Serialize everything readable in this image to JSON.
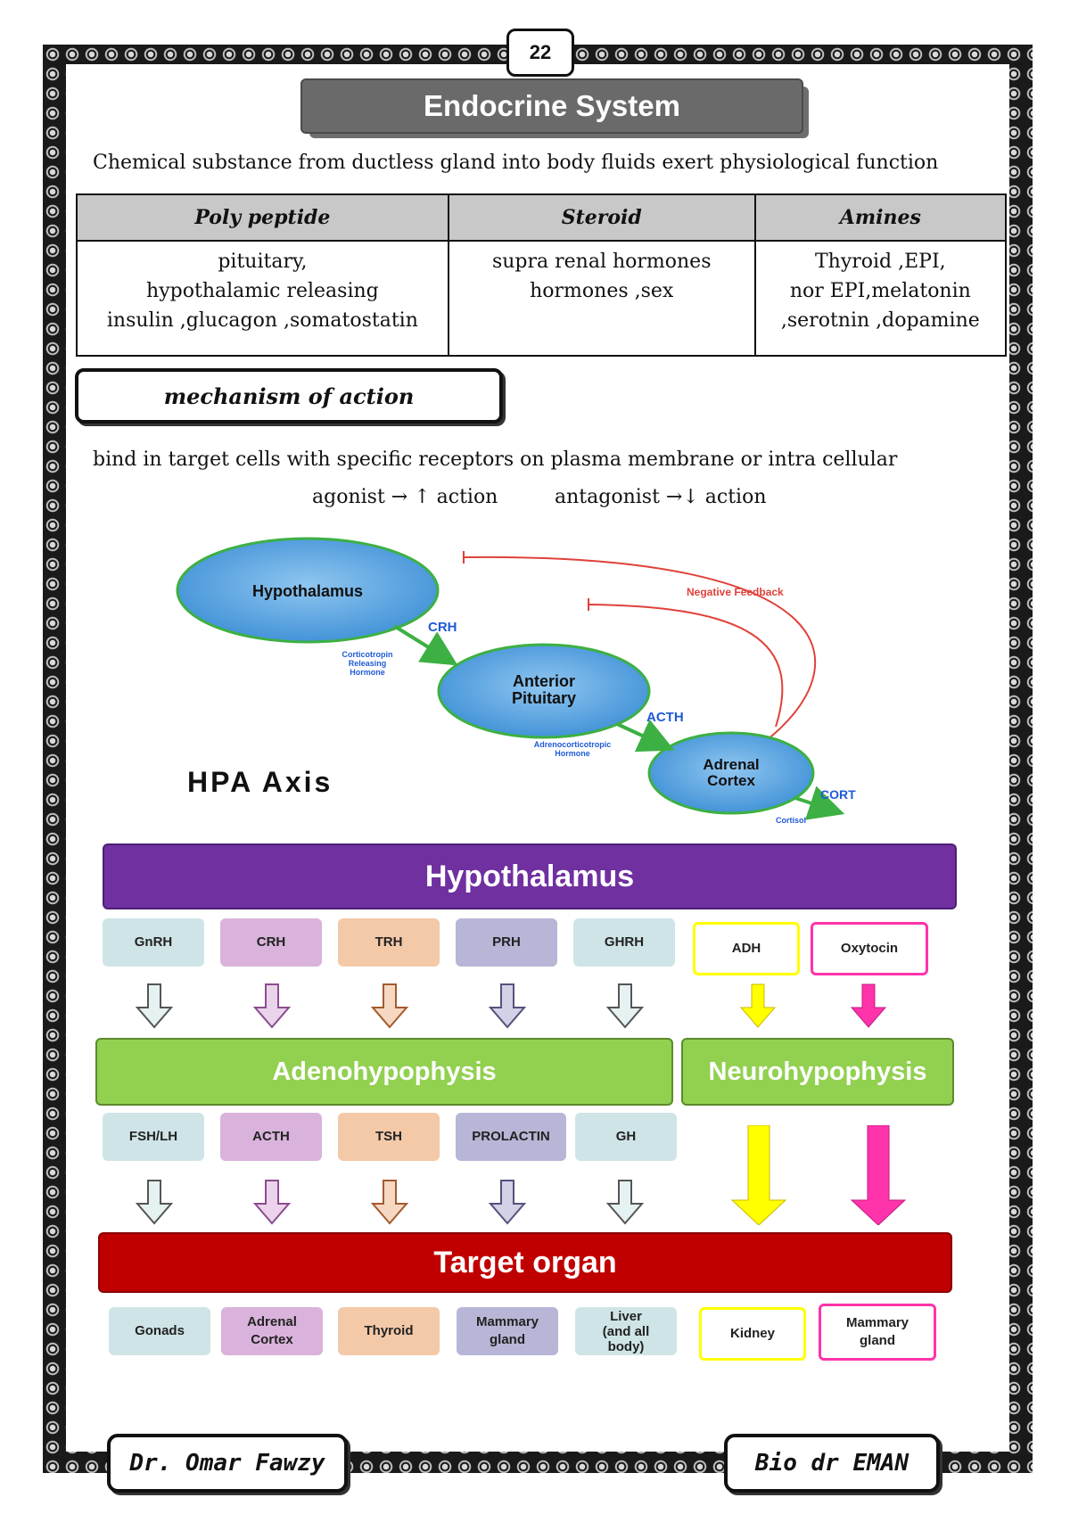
{
  "page_number": "22",
  "title": "Endocrine System",
  "intro": "Chemical substance  from ductless gland into body fluids  exert physiological function",
  "hormone_table": {
    "headers": [
      "Poly peptide",
      "Steroid",
      "Amines"
    ],
    "cells": [
      [
        "pituitary,",
        "hypothalamic releasing",
        "insulin ,glucagon ,somatostatin"
      ],
      [
        "supra renal hormones",
        "hormones ,sex"
      ],
      [
        "Thyroid ,EPI,",
        "nor EPI,melatonin",
        ",serotnin ,dopamine"
      ]
    ]
  },
  "mechanism": {
    "heading": "mechanism of action",
    "text": "bind in target cells with specific receptors on plasma membrane or intra cellular",
    "agonist": "agonist → ↑ action",
    "antagonist": "antagonist →↓ action"
  },
  "hpa": {
    "title": "HPA Axis",
    "hypothalamus": "Hypothalamus",
    "pituitary_1": "Anterior",
    "pituitary_2": "Pituitary",
    "adrenal_1": "Adrenal",
    "adrenal_2": "Cortex",
    "crh": "CRH",
    "crh_full_1": "Corticotropin",
    "crh_full_2": "Releasing",
    "crh_full_3": "Hormone",
    "acth": "ACTH",
    "acth_full_1": "Adrenocorticotropic",
    "acth_full_2": "Hormone",
    "cort": "CORT",
    "cort_full": "Cortisol",
    "feedback": "Negative Feedback"
  },
  "flow": {
    "hypothalamus": "Hypothalamus",
    "releasing": [
      "GnRH",
      "CRH",
      "TRH",
      "PRH",
      "GHRH"
    ],
    "neuro_hormones": [
      "ADH",
      "Oxytocin"
    ],
    "adeno": "Adenohypophysis",
    "neuro": "Neurohypophysis",
    "pituitary_hormones": [
      "FSH/LH",
      "ACTH",
      "TSH",
      "PROLACTIN",
      "GH"
    ],
    "target": "Target organ",
    "organs": [
      [
        "Gonads"
      ],
      [
        "Adrenal",
        "Cortex"
      ],
      [
        "Thyroid"
      ],
      [
        "Mammary",
        "gland"
      ],
      [
        "Liver",
        "(and all",
        "body)"
      ],
      [
        "Kidney"
      ],
      [
        "Mammary",
        "gland"
      ]
    ]
  },
  "colors": {
    "purple": "#7030a0",
    "green": "#92d050",
    "red": "#c00000",
    "blue_ellipse": "#5ba3e0",
    "teal": "#cfe4e6",
    "pink": "#d9b3db",
    "peach": "#f3c9a8",
    "lavender": "#b8b6d6",
    "yellow": "#ffff00",
    "magenta": "#ff33aa"
  },
  "footer": {
    "left": "Dr. Omar Fawzy",
    "right": "Bio dr EMAN"
  }
}
